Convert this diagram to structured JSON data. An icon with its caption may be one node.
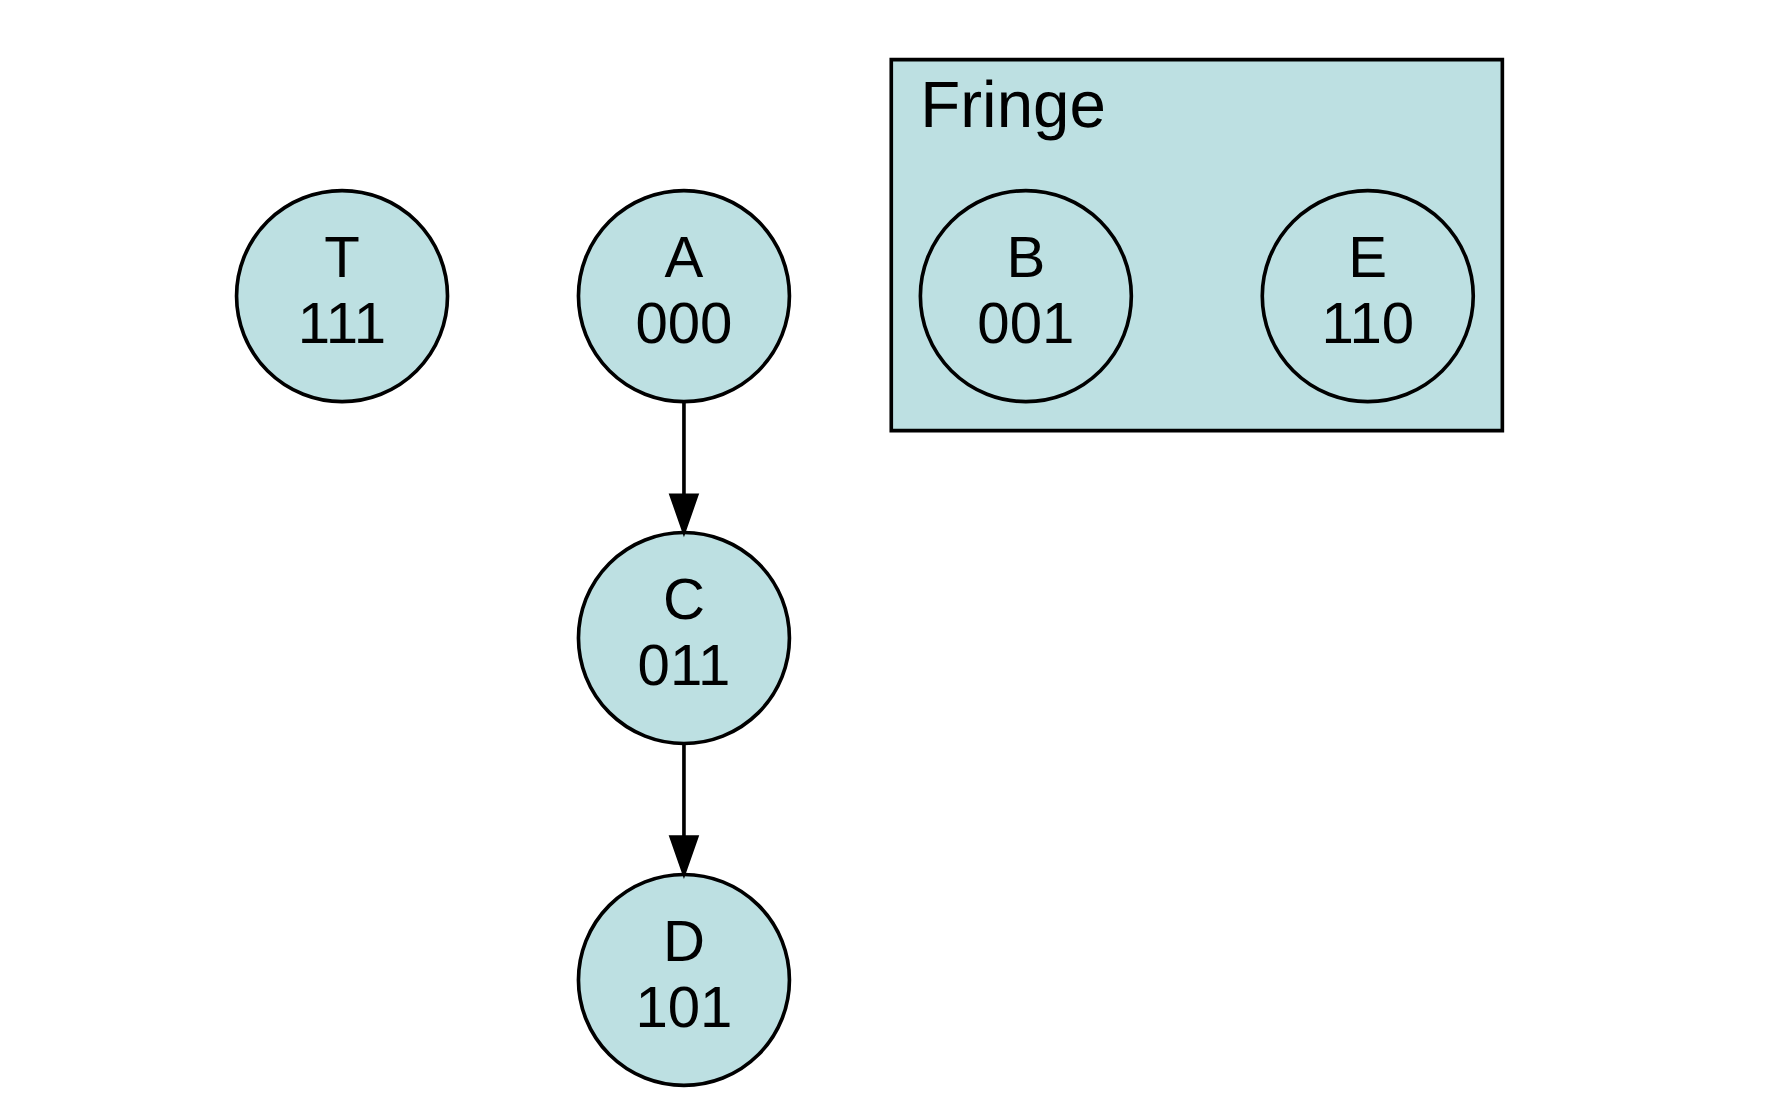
{
  "diagram": {
    "nodes": [
      {
        "text": [
          "T",
          "111"
        ]
      },
      {
        "text": [
          "A",
          "000"
        ]
      },
      {
        "text": [
          "Fringe"
        ]
      },
      {
        "text": [
          "E",
          "110"
        ],
        "in": 2
      },
      {
        "text": [
          "B",
          "001"
        ],
        "in": 2
      },
      {
        "text": [
          "C",
          "011"
        ]
      },
      {
        "text": [
          "D",
          "101"
        ]
      }
    ],
    "edges": [
      {
        "from": 1,
        "to": 5,
        "arrow": "to"
      },
      {
        "from": 5,
        "to": 6,
        "arrow": "to"
      }
    ]
  }
}
